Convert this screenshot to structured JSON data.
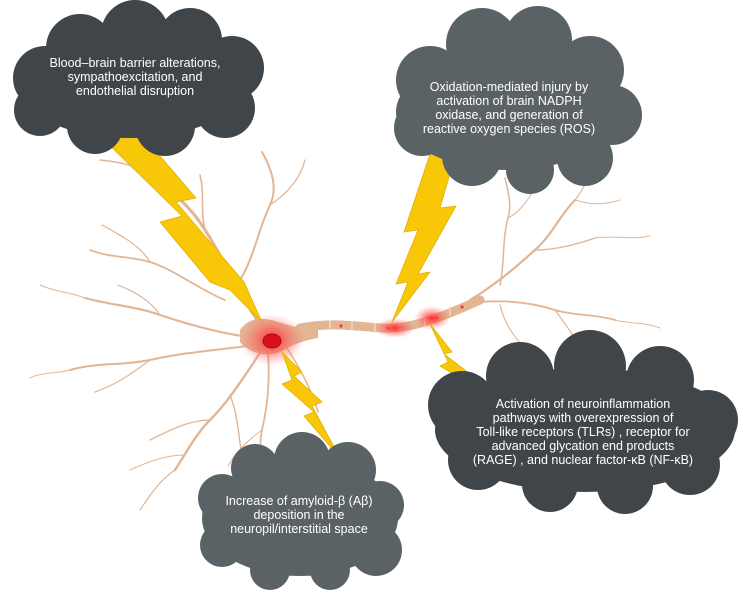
{
  "colors": {
    "cloud_dark": "#3f4549",
    "cloud_slate": "#5a6266",
    "lightning": "#f7c708",
    "neuron": "#e2b593",
    "inflammation": "#e8172a",
    "text": "#ffffff"
  },
  "clouds": [
    {
      "id": "bbb",
      "text": "Blood–brain barrier alterations,\nsympathoexcitation, and\nendothelial disruption"
    },
    {
      "id": "ros",
      "text": "Oxidation-mediated injury by\nactivation of brain NADPH\noxidase, and generation of\nreactive oxygen species (ROS)"
    },
    {
      "id": "neuroinflammation",
      "text": "Activation of neuroinflammation\npathways with overexpression of\nToll-like receptors (TLRs) , receptor for\nadvanced glycation end products\n(RAGE) , and nuclear factor-κB (NF-κB)"
    },
    {
      "id": "amyloid",
      "text": "Increase of amyloid-β (Aβ)\ndeposition in the\nneuropil/interstitial space"
    }
  ]
}
